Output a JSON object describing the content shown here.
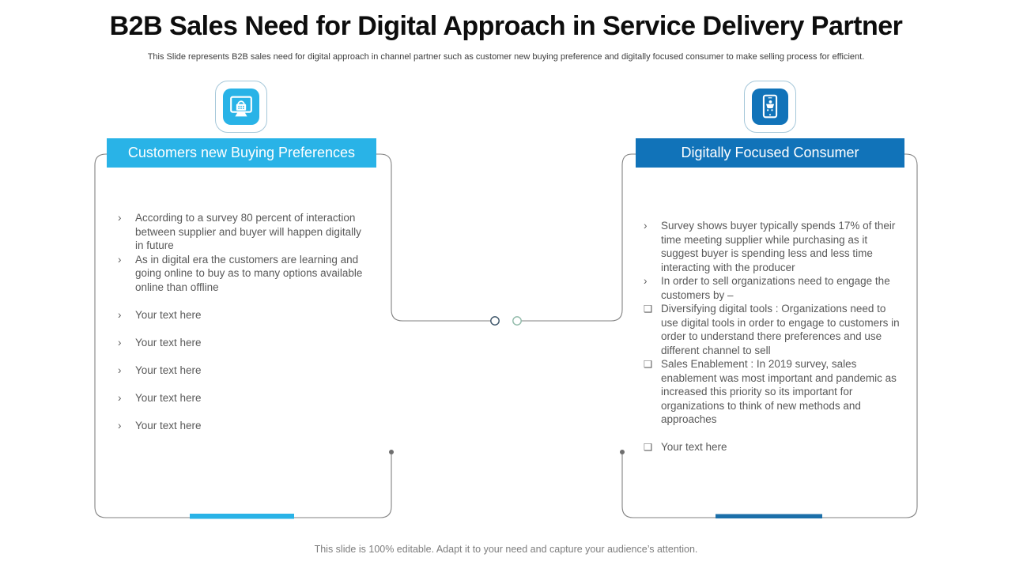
{
  "slide": {
    "title": "B2B Sales Need for Digital Approach in Service Delivery Partner",
    "subtitle": "This Slide represents B2B sales need for digital approach in channel partner such as customer new buying preference and digitally focused consumer to make selling process for efficient.",
    "footer": "This slide is 100% editable. Adapt it to your need and capture your audience’s attention."
  },
  "left_panel": {
    "header": "Customers new Buying Preferences",
    "icon": "desktop-monitor-shopping-basket",
    "accent_color": "#29B3E7",
    "bullets": [
      {
        "marker": "›",
        "text": "According to a survey 80 percent of interaction between supplier and buyer will happen digitally in future"
      },
      {
        "marker": "›",
        "text": "As in digital era the customers are learning and going online to buy as to many options available online than offline"
      },
      {
        "marker": "›",
        "text": "Your text here"
      },
      {
        "marker": "›",
        "text": "Your text here"
      },
      {
        "marker": "›",
        "text": "Your text here"
      },
      {
        "marker": "›",
        "text": "Your text here"
      },
      {
        "marker": "›",
        "text": "Your text here"
      }
    ]
  },
  "right_panel": {
    "header": "Digitally Focused Consumer",
    "icon": "mobile-device-shopping-cart",
    "accent_color": "#1B6FA9",
    "bullets": [
      {
        "marker": "›",
        "text": "Survey shows buyer typically spends 17% of their time meeting supplier while purchasing as it suggest buyer is spending less and less time interacting with the producer"
      },
      {
        "marker": "›",
        "text": "In order to sell organizations need to engage the customers by –"
      },
      {
        "marker": "❑",
        "text": "Diversifying digital tools : Organizations need to use digital tools in order to engage to customers in order to understand there preferences and use different channel to sell"
      },
      {
        "marker": "❑",
        "text": "Sales Enablement : In 2019 survey, sales enablement was most important and pandemic as increased this priority so its important for organizations to think of new methods and approaches"
      },
      {
        "marker": "❑",
        "text": "Your text here"
      }
    ]
  }
}
